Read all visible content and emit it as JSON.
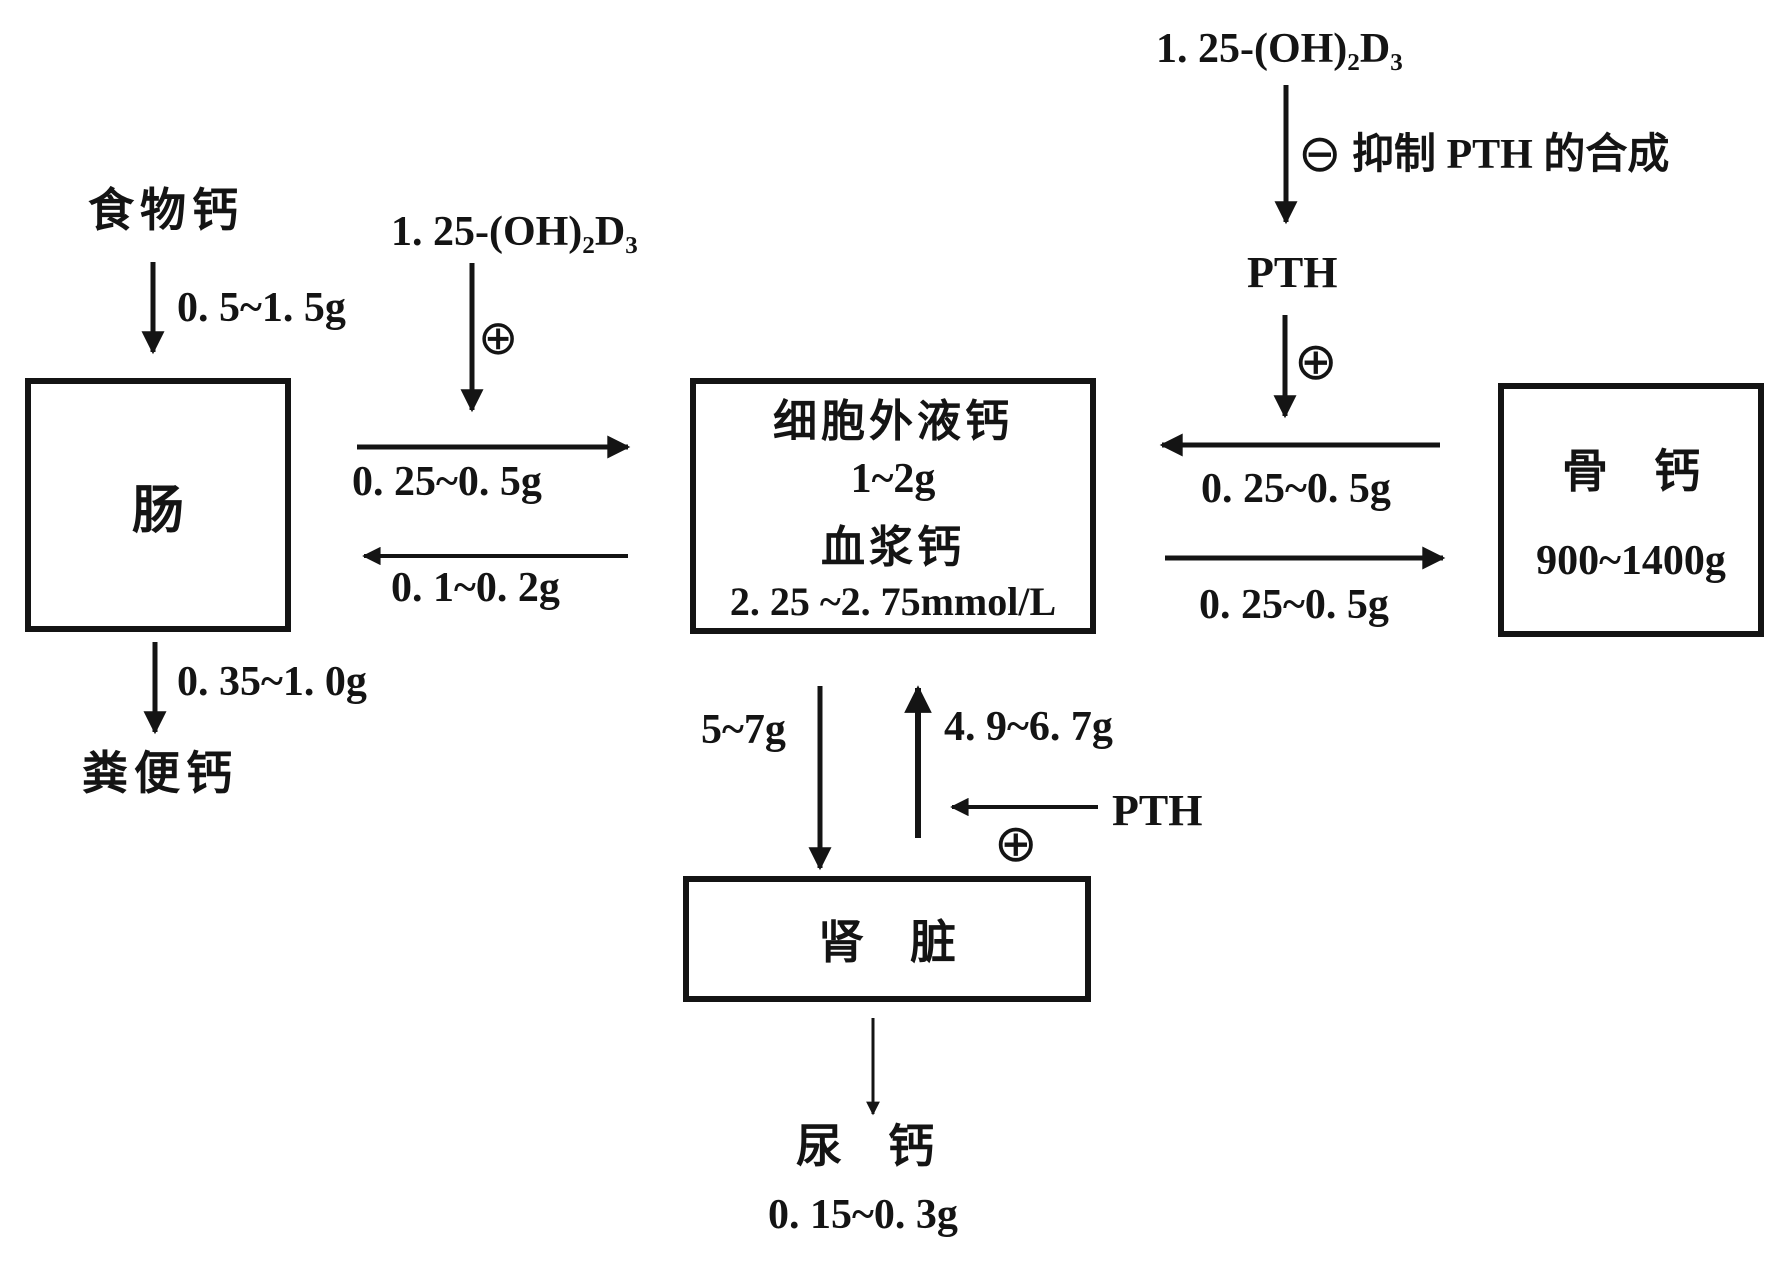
{
  "colors": {
    "ink": "#141414",
    "background": "#ffffff"
  },
  "nodes": {
    "intestine": {
      "label": "肠"
    },
    "extracellular_fluid": {
      "title": "细胞外液钙",
      "amount": "1~2g",
      "subtitle": "血浆钙",
      "concentration": "2. 25 ~2. 75mmol/L"
    },
    "bone": {
      "title": "骨　钙",
      "amount": "900~1400g"
    },
    "kidney": {
      "label": "肾　脏"
    }
  },
  "sources_sinks": {
    "food_calcium": "食物钙",
    "fecal_calcium": "粪便钙",
    "urine_calcium": "尿　钙",
    "urine_amount": "0. 15~0. 3g"
  },
  "flows": {
    "food_intake": "0. 5~1. 5g",
    "intestinal_absorption": "0. 25~0. 5g",
    "intestinal_secretion": "0. 1~0. 2g",
    "fecal_excretion": "0. 35~1. 0g",
    "bone_resorption": "0. 25~0. 5g",
    "bone_deposition": "0. 25~0. 5g",
    "renal_filtration": "5~7g",
    "renal_reabsorption": "4. 9~6. 7g"
  },
  "regulators": {
    "vitd_top": "1. 25-(OH)₂D₃",
    "vitd_mid": "1. 25-(OH)₂D₃",
    "pth_top": "PTH",
    "pth_kidney": "PTH",
    "inhibit_note": "抑制 PTH 的合成",
    "minus_symbol": "⊖",
    "plus_symbol": "⊕"
  }
}
